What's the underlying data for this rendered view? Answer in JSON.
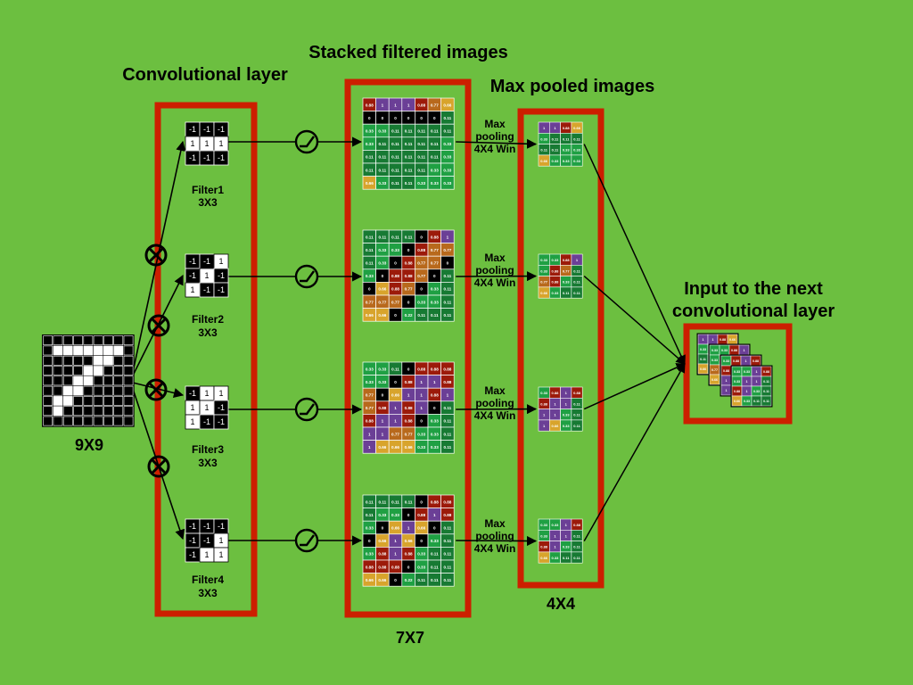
{
  "titles": {
    "conv_layer": "Convolutional layer",
    "stacked": "Stacked filtered images",
    "max_pooled": "Max pooled images",
    "next_input": "Input to the next convolutional layer"
  },
  "dims": {
    "input": "9X9",
    "stacked": "7X7",
    "pooled": "4X4"
  },
  "pool_label": "Max pooling 4X4 Win",
  "filter_size": "3X3",
  "colors": {
    "background": "#6cbf40",
    "frame": "#cc1f00",
    "purple": "#6b3f96",
    "yellow": "#d8a42c",
    "red": "#9c1a0a",
    "orange": "#b8691c",
    "black": "#000000",
    "dark_green": "#177a33",
    "green": "#1fa043",
    "white": "#ffffff"
  },
  "input_grid": [
    [
      0,
      0,
      0,
      0,
      0,
      0,
      0,
      0,
      0
    ],
    [
      0,
      1,
      1,
      1,
      1,
      1,
      1,
      1,
      0
    ],
    [
      0,
      0,
      0,
      0,
      0,
      1,
      1,
      0,
      0
    ],
    [
      0,
      0,
      0,
      0,
      1,
      1,
      0,
      0,
      0
    ],
    [
      0,
      0,
      0,
      1,
      1,
      0,
      0,
      0,
      0
    ],
    [
      0,
      0,
      1,
      1,
      0,
      0,
      0,
      0,
      0
    ],
    [
      0,
      1,
      1,
      0,
      0,
      0,
      0,
      0,
      0
    ],
    [
      0,
      1,
      0,
      0,
      0,
      0,
      0,
      0,
      0
    ],
    [
      0,
      0,
      0,
      0,
      0,
      0,
      0,
      0,
      0
    ]
  ],
  "filters": [
    {
      "name": "Filter1",
      "cells": [
        [
          "-1",
          "-1",
          "-1"
        ],
        [
          "1",
          "1",
          "1"
        ],
        [
          "-1",
          "-1",
          "-1"
        ]
      ]
    },
    {
      "name": "Filter2",
      "cells": [
        [
          "-1",
          "-1",
          "1"
        ],
        [
          "-1",
          "1",
          "-1"
        ],
        [
          "1",
          "-1",
          "-1"
        ]
      ]
    },
    {
      "name": "Filter3",
      "cells": [
        [
          "-1",
          "1",
          "1"
        ],
        [
          "1",
          "1",
          "-1"
        ],
        [
          "1",
          "-1",
          "-1"
        ]
      ]
    },
    {
      "name": "Filter4",
      "cells": [
        [
          "-1",
          "-1",
          "-1"
        ],
        [
          "-1",
          "-1",
          "1"
        ],
        [
          "-1",
          "1",
          "1"
        ]
      ]
    }
  ],
  "feature_maps": [
    [
      [
        "0.88",
        "1",
        "1",
        "1",
        "0.88",
        "0.77",
        "0.66"
      ],
      [
        "0",
        "0",
        "0",
        "0",
        "0",
        "0",
        "0.11"
      ],
      [
        "0.33",
        "0.33",
        "0.11",
        "0.11",
        "0.11",
        "0.11",
        "0.11"
      ],
      [
        "0.33",
        "0.11",
        "0.11",
        "0.11",
        "0.11",
        "0.11",
        "0.33"
      ],
      [
        "0.11",
        "0.11",
        "0.11",
        "0.11",
        "0.11",
        "0.11",
        "0.33"
      ],
      [
        "0.11",
        "0.11",
        "0.11",
        "0.11",
        "0.11",
        "0.33",
        "0.33"
      ],
      [
        "0.66",
        "0.33",
        "0.11",
        "0.11",
        "0.33",
        "0.33",
        "0.33"
      ]
    ],
    [
      [
        "0.11",
        "0.11",
        "0.11",
        "0.11",
        "0",
        "0.88",
        "1"
      ],
      [
        "0.11",
        "0.33",
        "0.33",
        "0",
        "0.88",
        "0.77",
        "0.77"
      ],
      [
        "0.11",
        "0.33",
        "0",
        "0.88",
        "0.77",
        "0.77",
        "0"
      ],
      [
        "0.33",
        "0",
        "0.88",
        "0.88",
        "0.77",
        "0",
        "0.11"
      ],
      [
        "0",
        "0.66",
        "0.88",
        "0.77",
        "0",
        "0.33",
        "0.11"
      ],
      [
        "0.77",
        "0.77",
        "0.77",
        "0",
        "0.33",
        "0.33",
        "0.11"
      ],
      [
        "0.66",
        "0.66",
        "0",
        "0.22",
        "0.11",
        "0.11",
        "0.11"
      ]
    ],
    [
      [
        "0.33",
        "0.33",
        "0.11",
        "0",
        "0.88",
        "0.88",
        "0.88"
      ],
      [
        "0.33",
        "0.33",
        "0",
        "0.88",
        "1",
        "1",
        "0.88"
      ],
      [
        "0.77",
        "0",
        "0.66",
        "1",
        "1",
        "0.88",
        "1"
      ],
      [
        "0.77",
        "0.88",
        "1",
        "0.88",
        "1",
        "0",
        "0.11"
      ],
      [
        "0.88",
        "1",
        "1",
        "0.88",
        "0",
        "0.33",
        "0.11"
      ],
      [
        "1",
        "1",
        "0.77",
        "0.77",
        "0.33",
        "0.33",
        "0.11"
      ],
      [
        "1",
        "0.66",
        "0.66",
        "0.66",
        "0.33",
        "0.33",
        "0.11"
      ]
    ],
    [
      [
        "0.11",
        "0.11",
        "0.11",
        "0.11",
        "0",
        "0.88",
        "0.88"
      ],
      [
        "0.11",
        "0.33",
        "0.33",
        "0",
        "0.88",
        "1",
        "0.88"
      ],
      [
        "0.33",
        "0",
        "0.66",
        "1",
        "0.66",
        "0",
        "0.11"
      ],
      [
        "0",
        "0.66",
        "1",
        "0.66",
        "0",
        "0.33",
        "0.11"
      ],
      [
        "0.33",
        "0.88",
        "1",
        "0.88",
        "0.33",
        "0.11",
        "0.11"
      ],
      [
        "0.88",
        "0.88",
        "0.88",
        "0",
        "0.33",
        "0.11",
        "0.11"
      ],
      [
        "0.66",
        "0.66",
        "0",
        "0.22",
        "0.11",
        "0.11",
        "0.11"
      ]
    ]
  ],
  "pooled_maps": [
    [
      [
        "1",
        "1",
        "0.88",
        "0.66"
      ],
      [
        "0.33",
        "0.11",
        "0.11",
        "0.11"
      ],
      [
        "0.11",
        "0.11",
        "0.33",
        "0.33"
      ],
      [
        "0.66",
        "0.33",
        "0.33",
        "0.33"
      ]
    ],
    [
      [
        "0.33",
        "0.33",
        "0.88",
        "1"
      ],
      [
        "0.33",
        "0.88",
        "0.77",
        "0.11"
      ],
      [
        "0.77",
        "0.88",
        "0.33",
        "0.11"
      ],
      [
        "0.66",
        "0.33",
        "0.11",
        "0.11"
      ]
    ],
    [
      [
        "0.33",
        "0.88",
        "1",
        "0.88"
      ],
      [
        "0.88",
        "1",
        "1",
        "0.11"
      ],
      [
        "1",
        "1",
        "0.33",
        "0.11"
      ],
      [
        "1",
        "0.66",
        "0.33",
        "0.11"
      ]
    ],
    [
      [
        "0.33",
        "0.33",
        "1",
        "0.88"
      ],
      [
        "0.33",
        "1",
        "1",
        "0.11"
      ],
      [
        "0.88",
        "1",
        "0.33",
        "0.11"
      ],
      [
        "0.66",
        "0.33",
        "0.11",
        "0.11"
      ]
    ]
  ]
}
